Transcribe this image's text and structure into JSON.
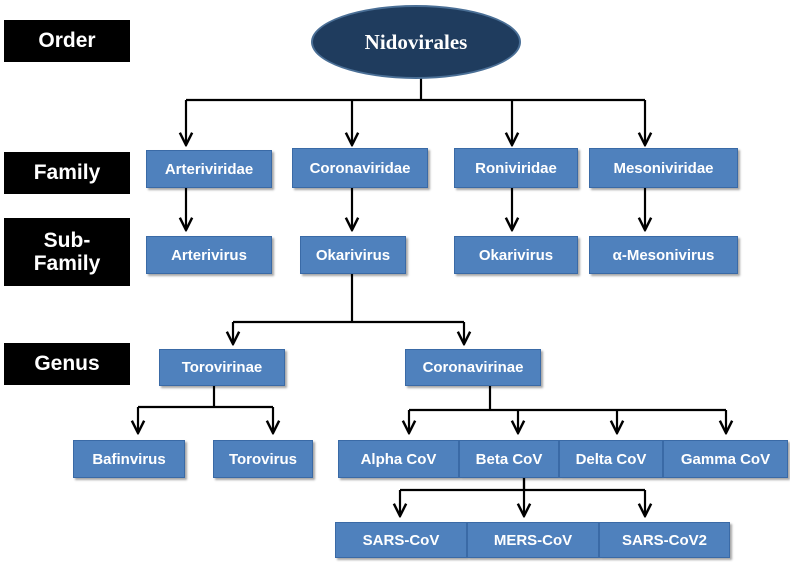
{
  "ranks": {
    "order": "Order",
    "family": "Family",
    "subfamily": "Sub-\nFamily",
    "genus": "Genus"
  },
  "root": "Nidovirales",
  "families": [
    "Arteriviridae",
    "Coronaviridae",
    "Roniviridae",
    "Mesoniviridae"
  ],
  "subfamilies": [
    "Arterivirus",
    "Okarivirus",
    "Okarivirus",
    "α-Mesonivirus"
  ],
  "genus_groups": [
    "Torovirinae",
    "Coronavirinae"
  ],
  "torovirinae_children": [
    "Bafinvirus",
    "Torovirus"
  ],
  "coronavirinae_children": [
    "Alpha CoV",
    "Beta CoV",
    "Delta CoV",
    "Gamma CoV"
  ],
  "betacov_children": [
    "SARS-CoV",
    "MERS-CoV",
    "SARS-CoV2"
  ],
  "colors": {
    "node_fill": "#4f81bd",
    "root_fill": "#1f3c5e",
    "rank_fill": "#000000",
    "connector": "#000000"
  }
}
